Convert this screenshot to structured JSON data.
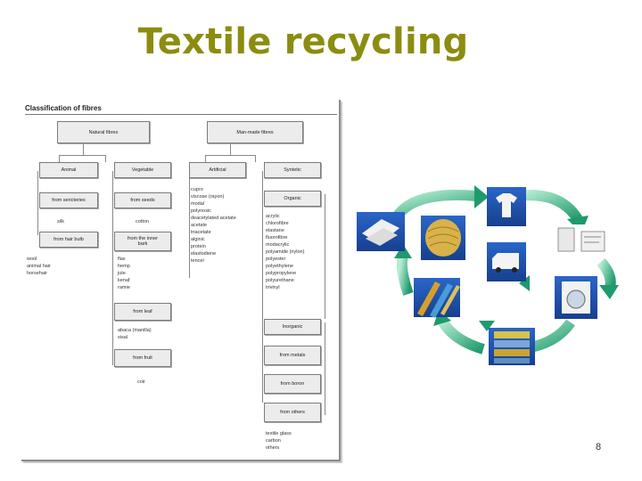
{
  "slide": {
    "title": "Textile recycling",
    "page_number": "8"
  },
  "classification": {
    "title": "Classification of fibres",
    "natural": "Natural fibres",
    "man_made": "Man-made fibres",
    "animal": "Animal",
    "vegetable": "Vegetable",
    "artificial": "Artificial",
    "synthetic": "Syntetic",
    "from_sericteries": "from sericteries",
    "silk": "silk",
    "from_hair_bulb": "from hair bulb",
    "animal_items": [
      "wool",
      "animal hair",
      "horsehair"
    ],
    "from_seeds": "from seeds",
    "cotton": "cotton",
    "from_inner_bark": "from the inner bark",
    "bark_items": [
      "flax",
      "hemp",
      "jute",
      "kenaf",
      "ramie"
    ],
    "from_leaf": "from leaf",
    "leaf_items": [
      "abaca (manilla)",
      "sisal"
    ],
    "from_fruit": "from fruit",
    "coir": "coir",
    "artificial_items": [
      "cupro",
      "viscose (rayon)",
      "modal",
      "polynosic",
      "deacetylated acetate",
      "acetate",
      "triacetate",
      "alginic",
      "protein",
      "elastodiene",
      "tencel"
    ],
    "organic": "Organic",
    "organic_items": [
      "acrylic",
      "chlorofibre",
      "elastane",
      "fluorofibre",
      "modacrylic",
      "polyamide (nylon)",
      "polyester",
      "polyethylene",
      "polypropylene",
      "polyurethane",
      "trivinyl"
    ],
    "inorganic": "Inorganic",
    "from_metals": "from metals",
    "from_boron": "from boron",
    "from_others": "from others",
    "others_items": [
      "textile glass",
      "carbon",
      "others"
    ]
  },
  "cycle_icons": [
    "shirt-icon",
    "clothing-label-icon",
    "washing-machine-icon",
    "folded-clothes-icon",
    "fabric-icon",
    "yarn-spool-icon",
    "fabric-swatches-icon",
    "van-icon"
  ],
  "colors": {
    "title": "#8c8c10",
    "arrow_light": "#9fe0c0",
    "arrow_dark": "#1f9a6c",
    "tile": "#1f55b4"
  }
}
